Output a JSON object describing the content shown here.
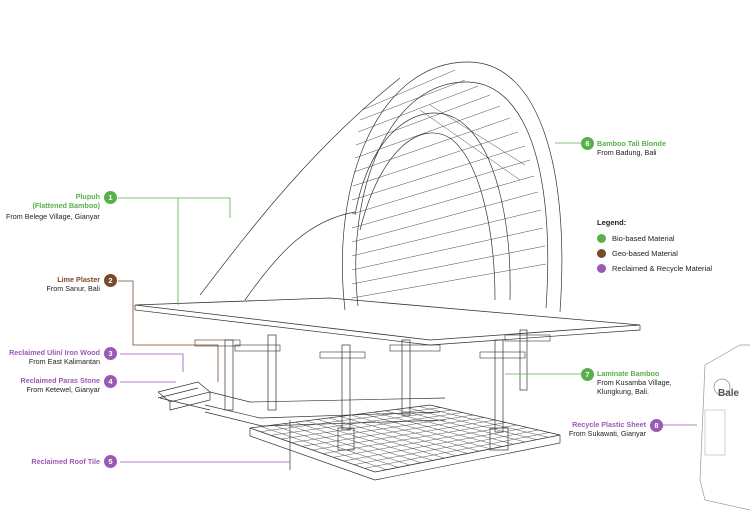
{
  "colors": {
    "bio": "#58b04a",
    "geo": "#7a4a2a",
    "reclaimed": "#9b59b6"
  },
  "callouts": [
    {
      "num": "1",
      "title_line1": "Plupuh",
      "title_line2": "(Flattened Bamboo)",
      "sub_line1": "From Belege Village, Gianyar",
      "sub_line2": "",
      "category": "bio"
    },
    {
      "num": "2",
      "title_line1": "Lime Plaster",
      "title_line2": "",
      "sub_line1": "From Sanur, Bali",
      "sub_line2": "",
      "category": "geo"
    },
    {
      "num": "3",
      "title_line1": "Reclaimed Ulin/ Iron Wood",
      "title_line2": "",
      "sub_line1": "From East Kalimantan",
      "sub_line2": "",
      "category": "reclaimed"
    },
    {
      "num": "4",
      "title_line1": "Reclaimed Paras Stone",
      "title_line2": "",
      "sub_line1": "From Ketewel, Gianyar",
      "sub_line2": "",
      "category": "reclaimed"
    },
    {
      "num": "5",
      "title_line1": "Reclaimed Roof Tile",
      "title_line2": "",
      "sub_line1": "",
      "sub_line2": "",
      "category": "reclaimed"
    },
    {
      "num": "6",
      "title_line1": "Bamboo Tali Blonde",
      "title_line2": "",
      "sub_line1": "From Badung, Bali",
      "sub_line2": "",
      "category": "bio"
    },
    {
      "num": "7",
      "title_line1": "Laminate Bamboo",
      "title_line2": "",
      "sub_line1": "From Kusamba Village,",
      "sub_line2": "Klungkung, Bali.",
      "category": "bio"
    },
    {
      "num": "8",
      "title_line1": "Recycle Plastic Sheet",
      "title_line2": "",
      "sub_line1": "From Sukawati, Gianyar",
      "sub_line2": "",
      "category": "reclaimed"
    }
  ],
  "legend": {
    "title": "Legend:",
    "items": [
      {
        "label": "Bio-based Material",
        "color": "#58b04a"
      },
      {
        "label": "Geo-based Material",
        "color": "#7a4a2a"
      },
      {
        "label": "Reclaimed & Recycle Material",
        "color": "#9b59b6"
      }
    ]
  },
  "brand_text": "Bale"
}
